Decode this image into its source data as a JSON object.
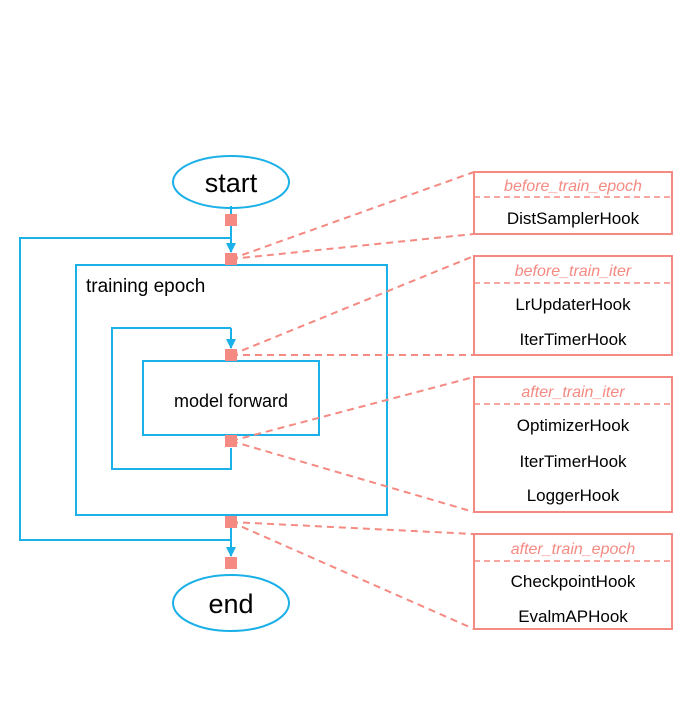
{
  "colors": {
    "flow": "#1ab0e8",
    "hook": "#f58a82",
    "hook_title": "#f58a82",
    "text": "#000000",
    "background": "#ffffff"
  },
  "flow": {
    "start_label": "start",
    "end_label": "end",
    "epoch_label": "training epoch",
    "forward_label": "model forward"
  },
  "hooks": [
    {
      "title": "before_train_epoch",
      "items": [
        "DistSamplerHook"
      ]
    },
    {
      "title": "before_train_iter",
      "items": [
        "LrUpdaterHook",
        "IterTimerHook"
      ]
    },
    {
      "title": "after_train_iter",
      "items": [
        "OptimizerHook",
        "IterTimerHook",
        "LoggerHook"
      ]
    },
    {
      "title": "after_train_epoch",
      "items": [
        "CheckpointHook",
        "EvalmAPHook"
      ]
    }
  ]
}
